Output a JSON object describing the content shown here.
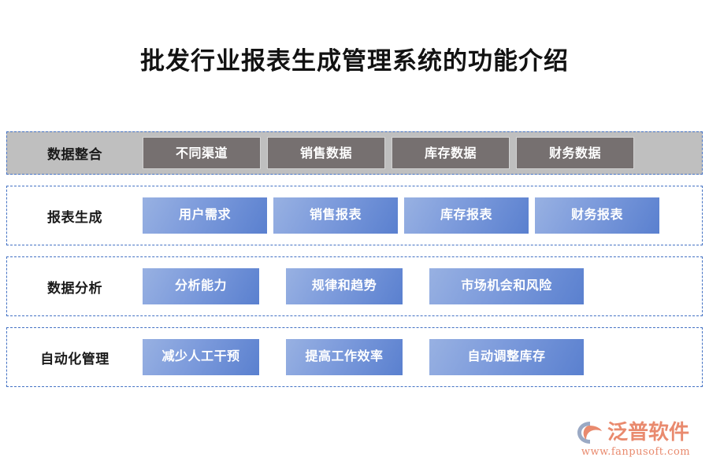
{
  "page": {
    "title": "批发行业报表生成管理系统的功能介绍",
    "background_color": "#FFFFFF"
  },
  "colors": {
    "dashed_border": "#4472C4",
    "band_gray": "#BFBFBF",
    "chip_gray": "#767070",
    "chip_blue_light": "#98B1E2",
    "chip_blue_dark": "#5A80CF",
    "logo_accent": "#E98A6E",
    "title_text": "#121212"
  },
  "diagram": {
    "rows": [
      {
        "label": "数据整合",
        "style": "gray-band",
        "items": [
          {
            "label": "不同渠道"
          },
          {
            "label": "销售数据"
          },
          {
            "label": "库存数据"
          },
          {
            "label": "财务数据"
          }
        ]
      },
      {
        "label": "报表生成",
        "style": "blue",
        "items": [
          {
            "label": "用户需求"
          },
          {
            "label": "销售报表"
          },
          {
            "label": "库存报表"
          },
          {
            "label": "财务报表"
          }
        ]
      },
      {
        "label": "数据分析",
        "style": "blue",
        "items": [
          {
            "label": "分析能力"
          },
          {
            "label": "规律和趋势"
          },
          {
            "label": "市场机会和风险"
          }
        ]
      },
      {
        "label": "自动化管理",
        "style": "blue",
        "items": [
          {
            "label": "减少人工干预"
          },
          {
            "label": "提高工作效率"
          },
          {
            "label": "自动调整库存"
          }
        ]
      }
    ]
  },
  "logo": {
    "name": "泛普软件",
    "url": "www.fanpusoft.com",
    "mark": "swoosh-icon"
  }
}
